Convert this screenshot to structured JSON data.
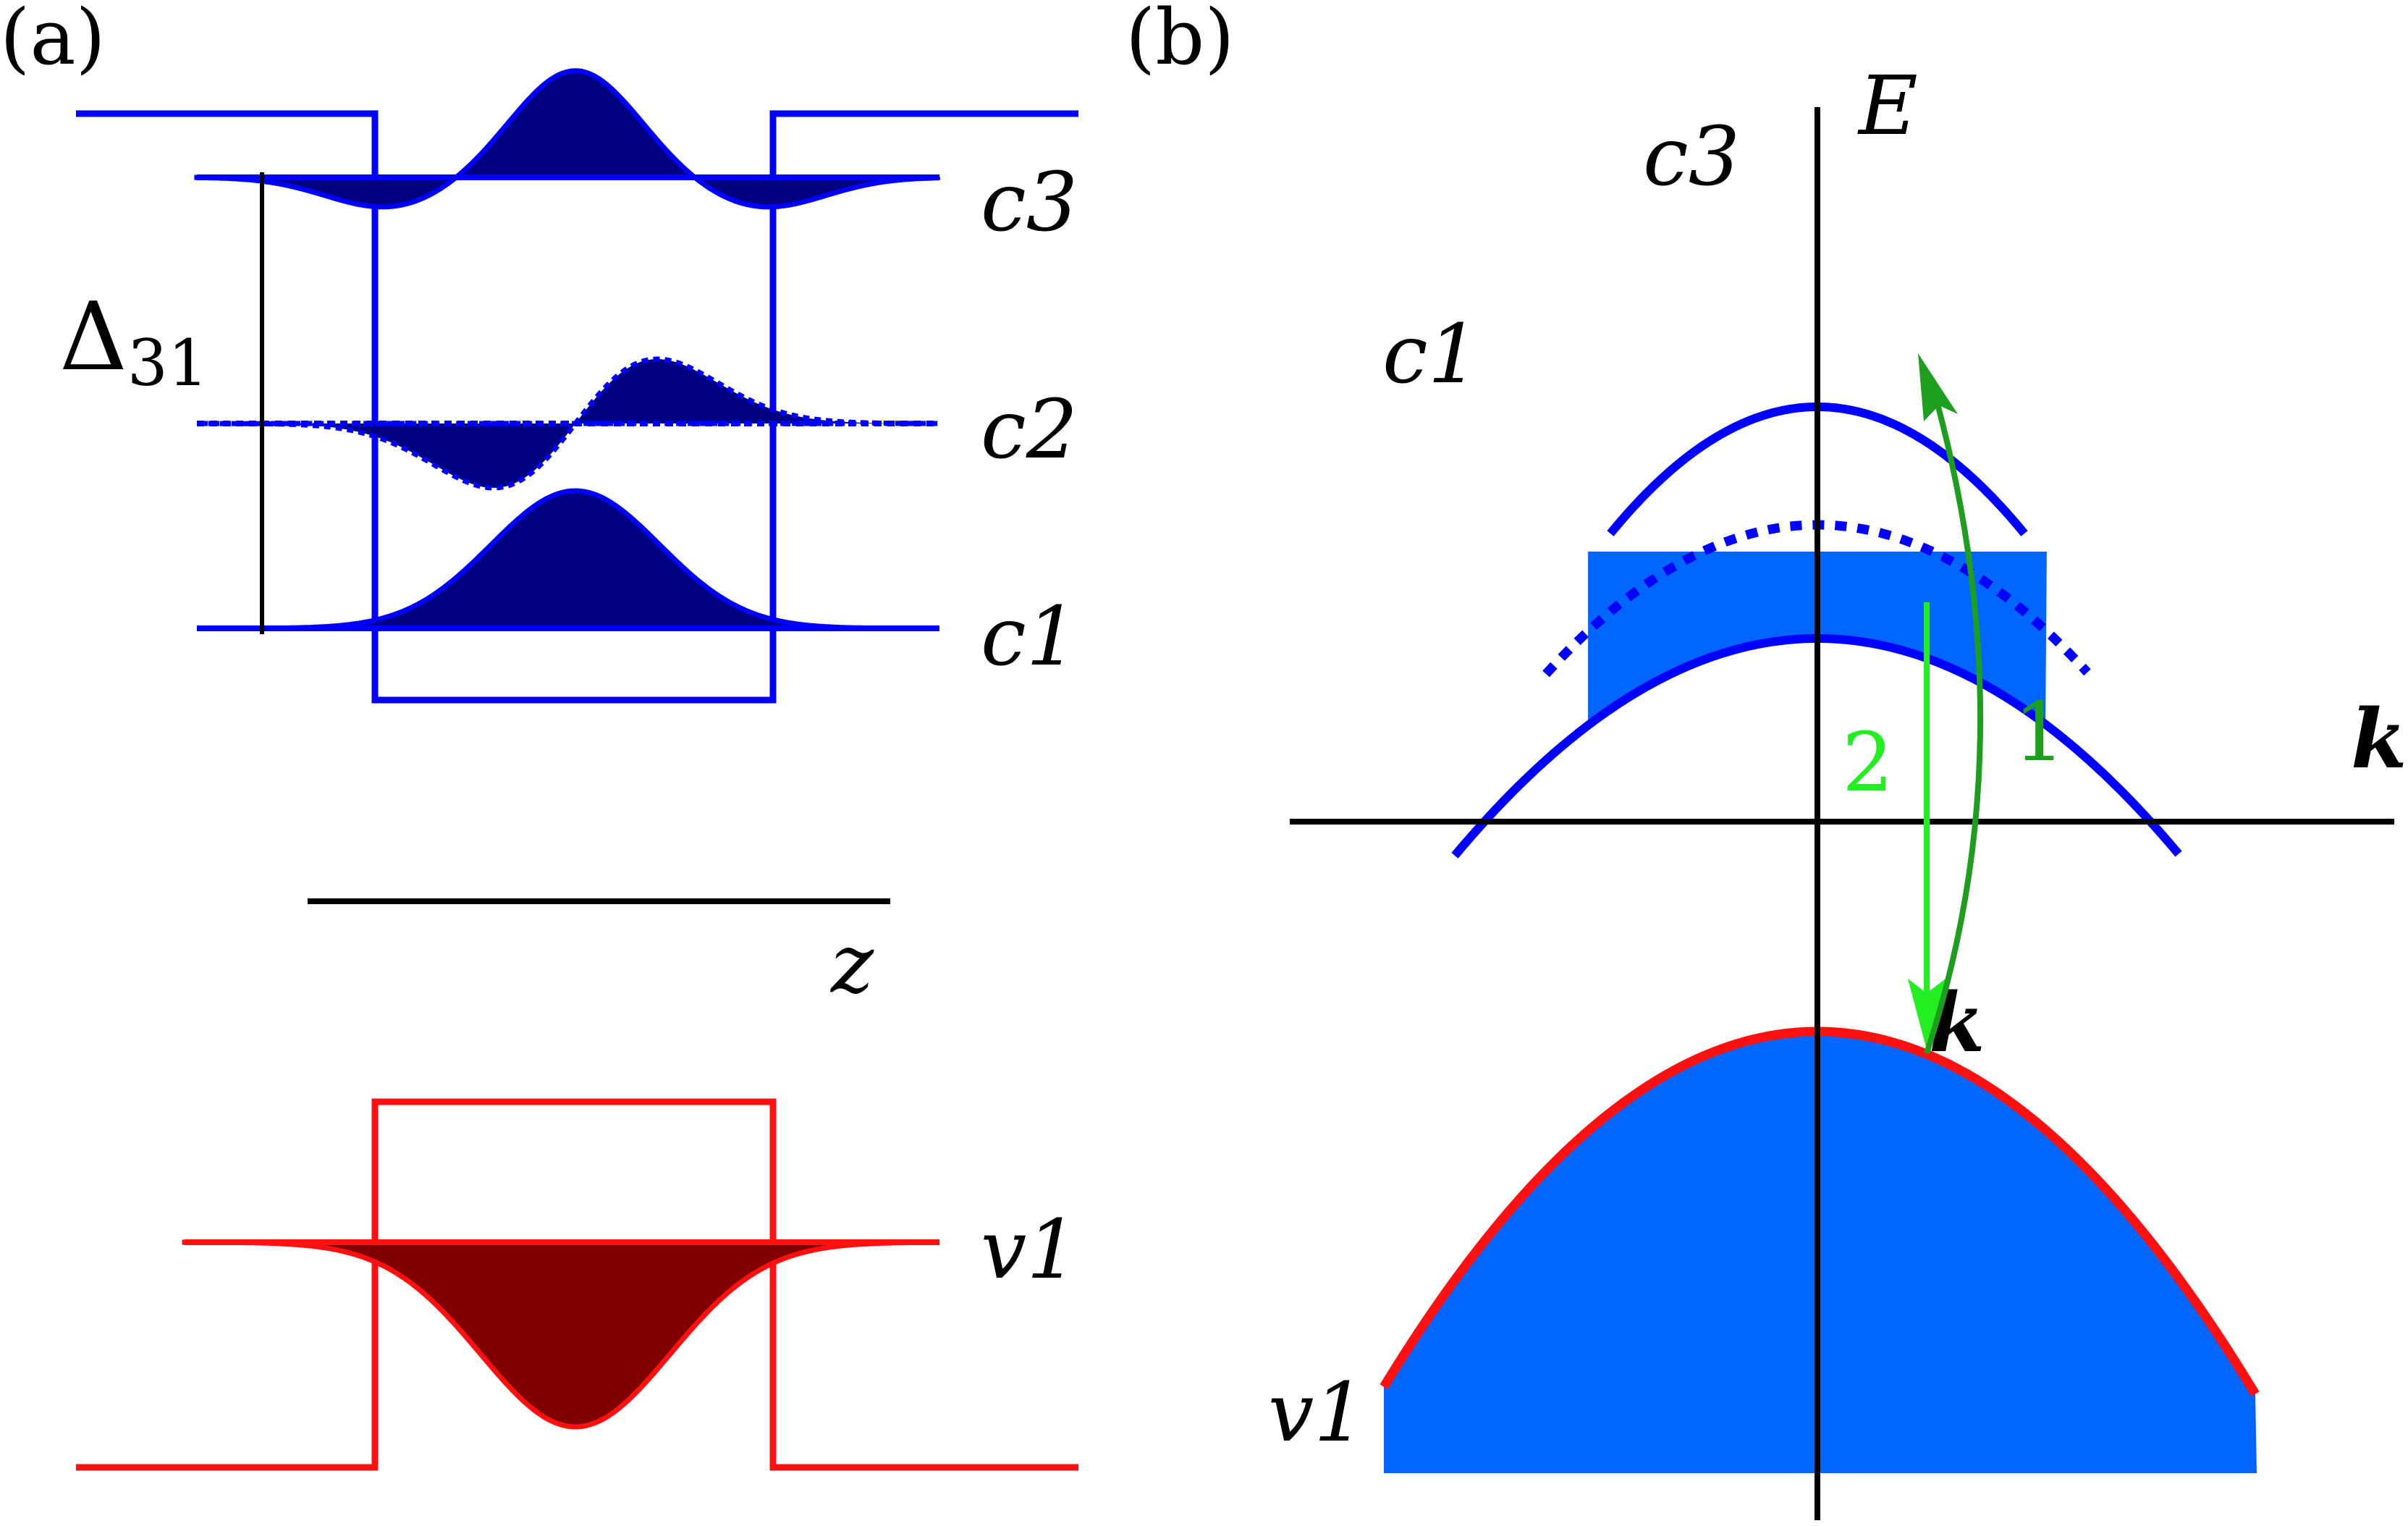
{
  "colors": {
    "conduction": "#0000ff",
    "valence": "#ff1010",
    "wavefunction_c": "#000080",
    "wavefunction_v": "#800000",
    "filled": "#0066ff",
    "transition_1": "#1e9e1e",
    "transition_2": "#22ee22",
    "axis": "#000000"
  },
  "panel_a": {
    "tag": "(a)",
    "labels": {
      "c3": "c3",
      "c2": "c2",
      "c1": "c1",
      "v1": "v1",
      "delta_base": "Δ",
      "delta_sub": "31",
      "z_axis": "z"
    }
  },
  "panel_b": {
    "tag": "(b)",
    "labels": {
      "energy_axis": "E",
      "k_axis": "k",
      "k_point": "k",
      "c3": "c3",
      "c1": "c1",
      "v1": "v1",
      "transition_1": "1",
      "transition_2": "2"
    }
  }
}
